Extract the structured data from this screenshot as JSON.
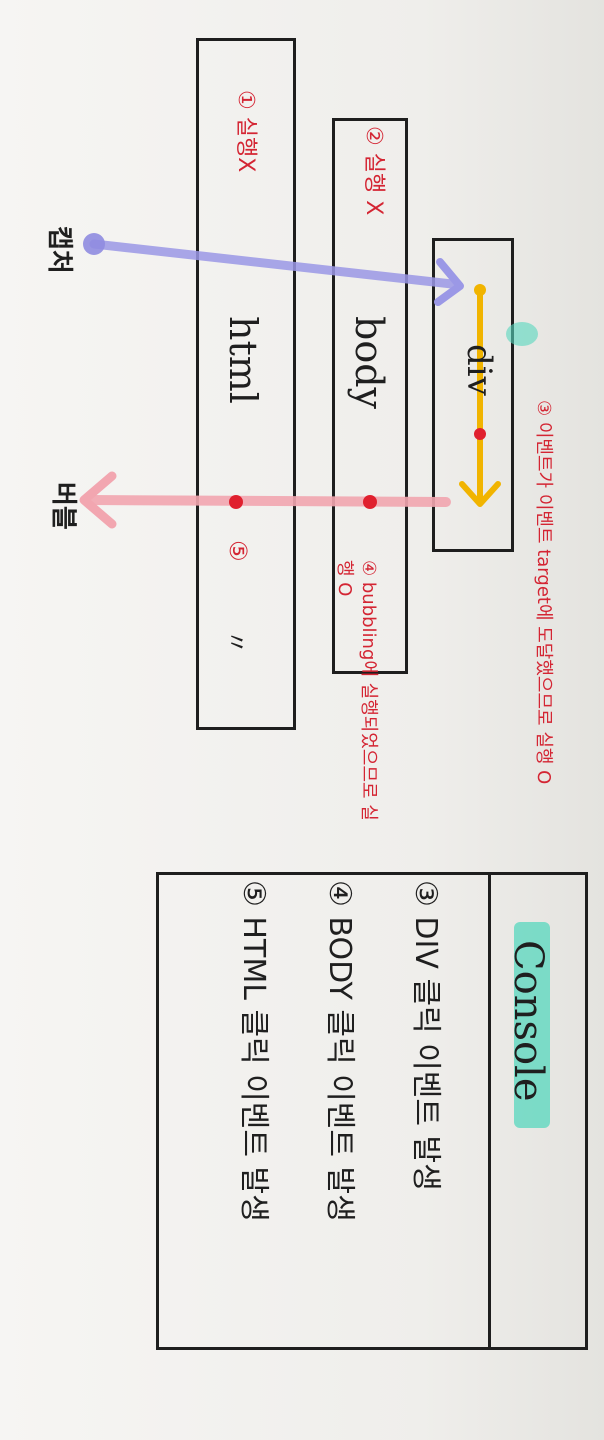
{
  "diagram": {
    "elements": {
      "html": "html",
      "body": "body",
      "div": "div"
    },
    "phases": {
      "capture": "캡처",
      "bubble": "버블"
    },
    "notes": {
      "html_capture": "① 실행X",
      "body_capture": "② 실행 X",
      "target": "③ 이벤트가 이벤트 target에 도달했으므로 실행 O",
      "body_bubble": "④ bubbling에 실행되었으므로 실행 O",
      "html_bubble": "⑤",
      "html_bubble_ditto": "〃"
    }
  },
  "console": {
    "title": "Console",
    "lines": [
      "③ DIV 클릭 이벤트 발생",
      "④ BODY 클릭 이벤트 발생",
      "⑤ HTML 클릭 이벤트 발생"
    ]
  },
  "colors": {
    "capture_arrow": "#9b98e6",
    "bubble_arrow": "#f2a6b0",
    "target_arrow": "#f1b400",
    "note_red": "#d42533",
    "console_highlight": "#57d7be"
  }
}
